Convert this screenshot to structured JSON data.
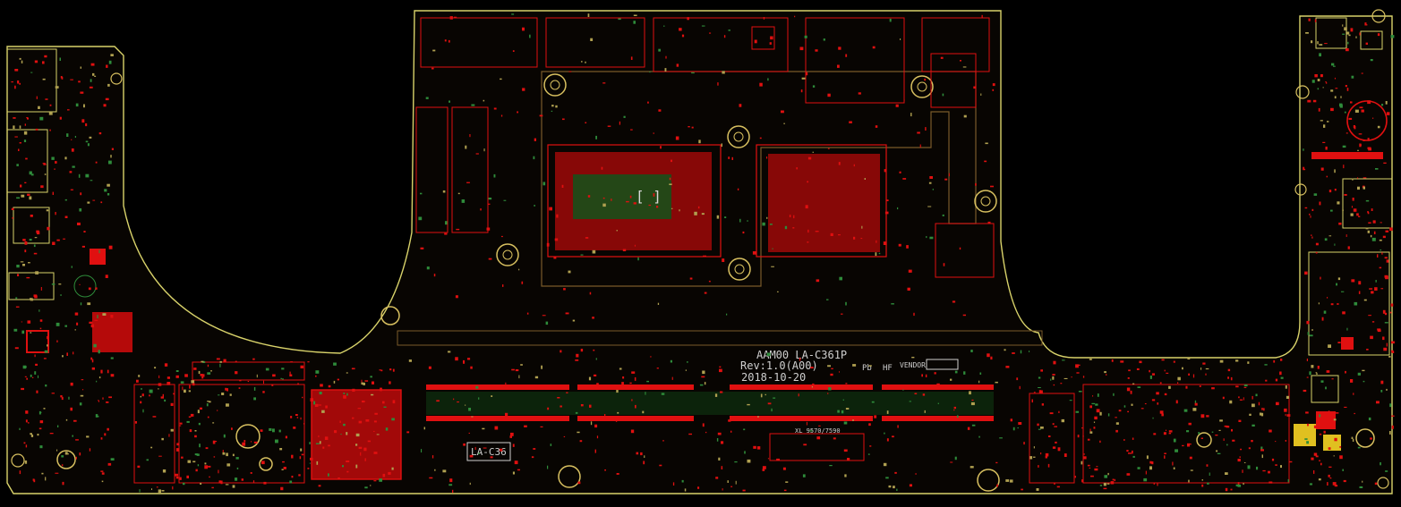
{
  "board": {
    "model_label": "AAM00 LA-C361P",
    "revision_label": "Rev:1.0(A00)",
    "date_label": "2018-10-20",
    "small_code_label": "LA-C36",
    "vendor_label": "VENDOR",
    "marking_label": "Pb",
    "marking_label_2": "HF",
    "bottom_label": "XL 9570/7590"
  },
  "colors": {
    "background": "#000000",
    "outline": "#d8d26a",
    "pad_red": "#e01010",
    "component_red": "#c80c0c",
    "trace_green": "#2e8b3a",
    "silkscreen": "#cfcfcf",
    "mounting_hole": "#d8c060"
  }
}
